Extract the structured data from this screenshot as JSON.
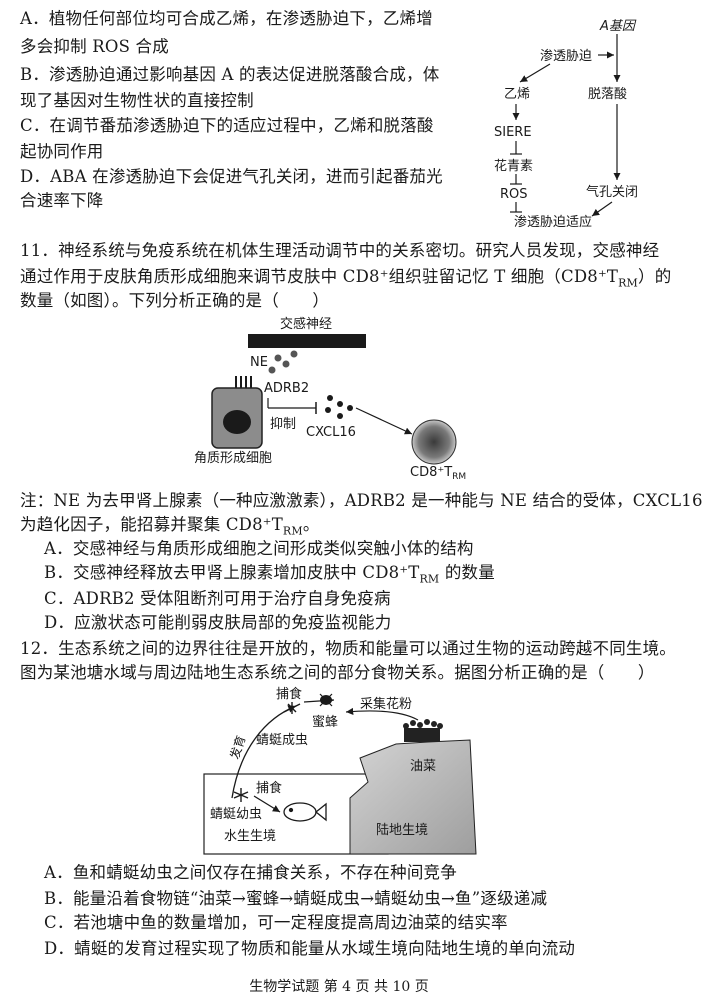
{
  "q10": {
    "opt_a": [
      "A．植物任何部位均可合成乙烯，在渗透胁迫下，乙烯增",
      "多会抑制 ROS 合成"
    ],
    "opt_b": [
      "B．渗透胁迫通过影响基因 A 的表达促进脱落酸合成，体",
      "现了基因对生物性状的直接控制"
    ],
    "opt_c": [
      "C．在调节番茄渗透胁迫下的适应过程中，乙烯和脱落酸",
      "起协同作用"
    ],
    "opt_d": [
      "D．ABA 在渗透胁迫下会促进气孔关闭，进而引起番茄光",
      "合速率下降"
    ],
    "diagram": {
      "gene": "A基因",
      "stress": "渗透胁迫",
      "ethylene": "乙烯",
      "aba": "脱落酸",
      "siere": "SIERE",
      "anthocyanin": "花青素",
      "ros": "ROS",
      "stomata": "气孔关闭",
      "adapt": "渗透胁迫适应"
    }
  },
  "q11": {
    "stem": [
      "11．神经系统与免疫系统在机体生理活动调节中的关系密切。研究人员发现，交感神经",
      "通过作用于皮肤角质形成细胞来调节皮肤中 CD8⁺组织驻留记忆 T 细胞（CD8⁺T",
      "）的",
      "数量（如图）。下列分析正确的是（　　）"
    ],
    "diagram": {
      "nerve": "交感神经",
      "ne": "NE",
      "adrb2": "ADRB2",
      "inhibit": "抑制",
      "cxcl16": "CXCL16",
      "cell": "角质形成细胞",
      "cd8": "CD8⁺T",
      "rm": "RM"
    },
    "note": [
      "注：NE 为去甲肾上腺素（一种应激激素），ADRB2 是一种能与 NE 结合的受体，CXCL16",
      "为趋化因子，能招募并聚集 CD8⁺T",
      "。"
    ],
    "opt_a": "A．交感神经与角质形成细胞之间形成类似突触小体的结构",
    "opt_b": [
      "B．交感神经释放去甲肾上腺素增加皮肤中 CD8⁺T",
      " 的数量"
    ],
    "opt_c": "C．ADRB2 受体阻断剂可用于治疗自身免疫病",
    "opt_d": "D．应激状态可能削弱皮肤局部的免疫监视能力"
  },
  "q12": {
    "stem": [
      "12．生态系统之间的边界往往是开放的，物质和能量可以通过生物的运动跨越不同生境。",
      "图为某池塘水域与周边陆地生态系统之间的部分食物关系。据图分析正确的是（　　）"
    ],
    "diagram": {
      "prey_top": "捕食",
      "bee": "蜜蜂",
      "pollen": "采集花粉",
      "develop": "发育",
      "adult": "蜻蜓成虫",
      "rape": "油菜",
      "prey_bottom": "捕食",
      "larva": "蜻蜓幼虫",
      "water": "水生生境",
      "land": "陆地生境"
    },
    "opt_a": "A．鱼和蜻蜓幼虫之间仅存在捕食关系，不存在种间竞争",
    "opt_b": "B．能量沿着食物链“油菜→蜜蜂→蜻蜓成虫→蜻蜓幼虫→鱼”逐级递减",
    "opt_c": "C．若池塘中鱼的数量增加，可一定程度提高周边油菜的结实率",
    "opt_d": "D．蜻蜓的发育过程实现了物质和能量从水域生境向陆地生境的单向流动"
  },
  "footer": "生物学试题 第 4 页 共 10 页"
}
